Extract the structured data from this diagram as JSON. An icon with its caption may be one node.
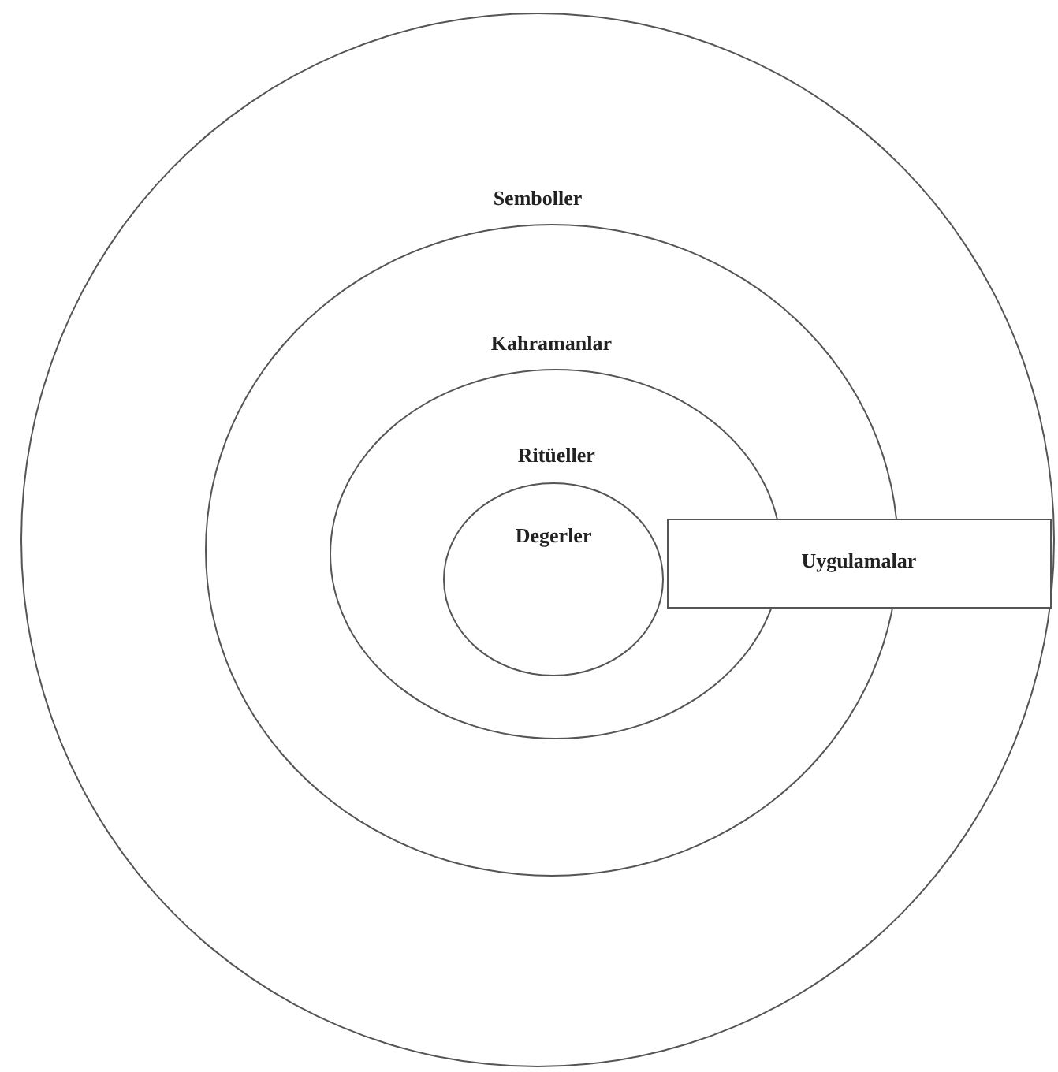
{
  "diagram": {
    "nodes": [
      {
        "text": [
          "Semboller"
        ]
      },
      {
        "text": [
          "Kahramanlar"
        ],
        "in": 0
      },
      {
        "text": [
          "Ritüeller"
        ],
        "in": 1
      },
      {
        "text": [
          "Degerler"
        ],
        "in": 2
      },
      {
        "text": [
          "Uygulamalar"
        ],
        "in": 0
      }
    ]
  }
}
